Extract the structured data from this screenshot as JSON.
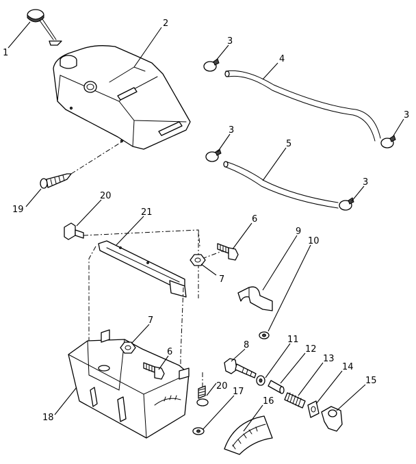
{
  "callouts": [
    {
      "num": "1"
    },
    {
      "num": "2"
    },
    {
      "num": "3"
    },
    {
      "num": "4"
    },
    {
      "num": "3"
    },
    {
      "num": "3"
    },
    {
      "num": "5"
    },
    {
      "num": "3"
    },
    {
      "num": "19"
    },
    {
      "num": "20"
    },
    {
      "num": "21"
    },
    {
      "num": "6"
    },
    {
      "num": "9"
    },
    {
      "num": "10"
    },
    {
      "num": "7"
    },
    {
      "num": "7"
    },
    {
      "num": "6"
    },
    {
      "num": "8"
    },
    {
      "num": "11"
    },
    {
      "num": "12"
    },
    {
      "num": "13"
    },
    {
      "num": "14"
    },
    {
      "num": "15"
    },
    {
      "num": "20"
    },
    {
      "num": "17"
    },
    {
      "num": "16"
    },
    {
      "num": "18"
    }
  ]
}
